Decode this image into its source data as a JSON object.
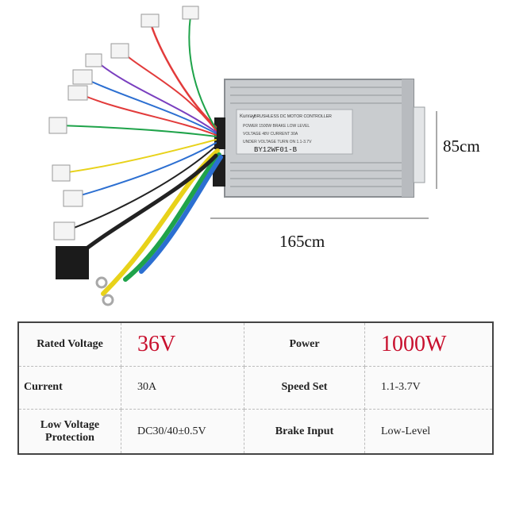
{
  "dimensions": {
    "width": "165cm",
    "height": "85cm"
  },
  "controller": {
    "brand": "Kunray",
    "line1": "BRUSHLESS DC MOTOR CONTROLLER",
    "line2": "POWER 1500W   BRAKE LOW LEVEL",
    "line3": "VOLTAGE 48V   CURRENT 30A",
    "line4": "UNDER VOLTAGE  TURN ON 1.1-3.7V",
    "model": "BY12WF01-B"
  },
  "specs": {
    "rated_voltage_label": "Rated Voltage",
    "rated_voltage_value": "36V",
    "power_label": "Power",
    "power_value": "1000W",
    "current_label": "Current",
    "current_value": "30A",
    "speed_set_label": "Speed  Set",
    "speed_set_value": "1.1-3.7V",
    "low_voltage_label_1": "Low Voltage",
    "low_voltage_label_2": "Protection",
    "low_voltage_value": "DC30/40±0.5V",
    "brake_input_label": "Brake Input",
    "brake_input_value": "Low-Level"
  },
  "colors": {
    "accent_red": "#c8102e",
    "wire_red": "#e23b3b",
    "wire_green": "#1fa34a",
    "wire_yellow": "#e8d21a",
    "wire_blue": "#2c6fd1",
    "wire_purple": "#7a3fbf",
    "wire_black": "#222222"
  }
}
